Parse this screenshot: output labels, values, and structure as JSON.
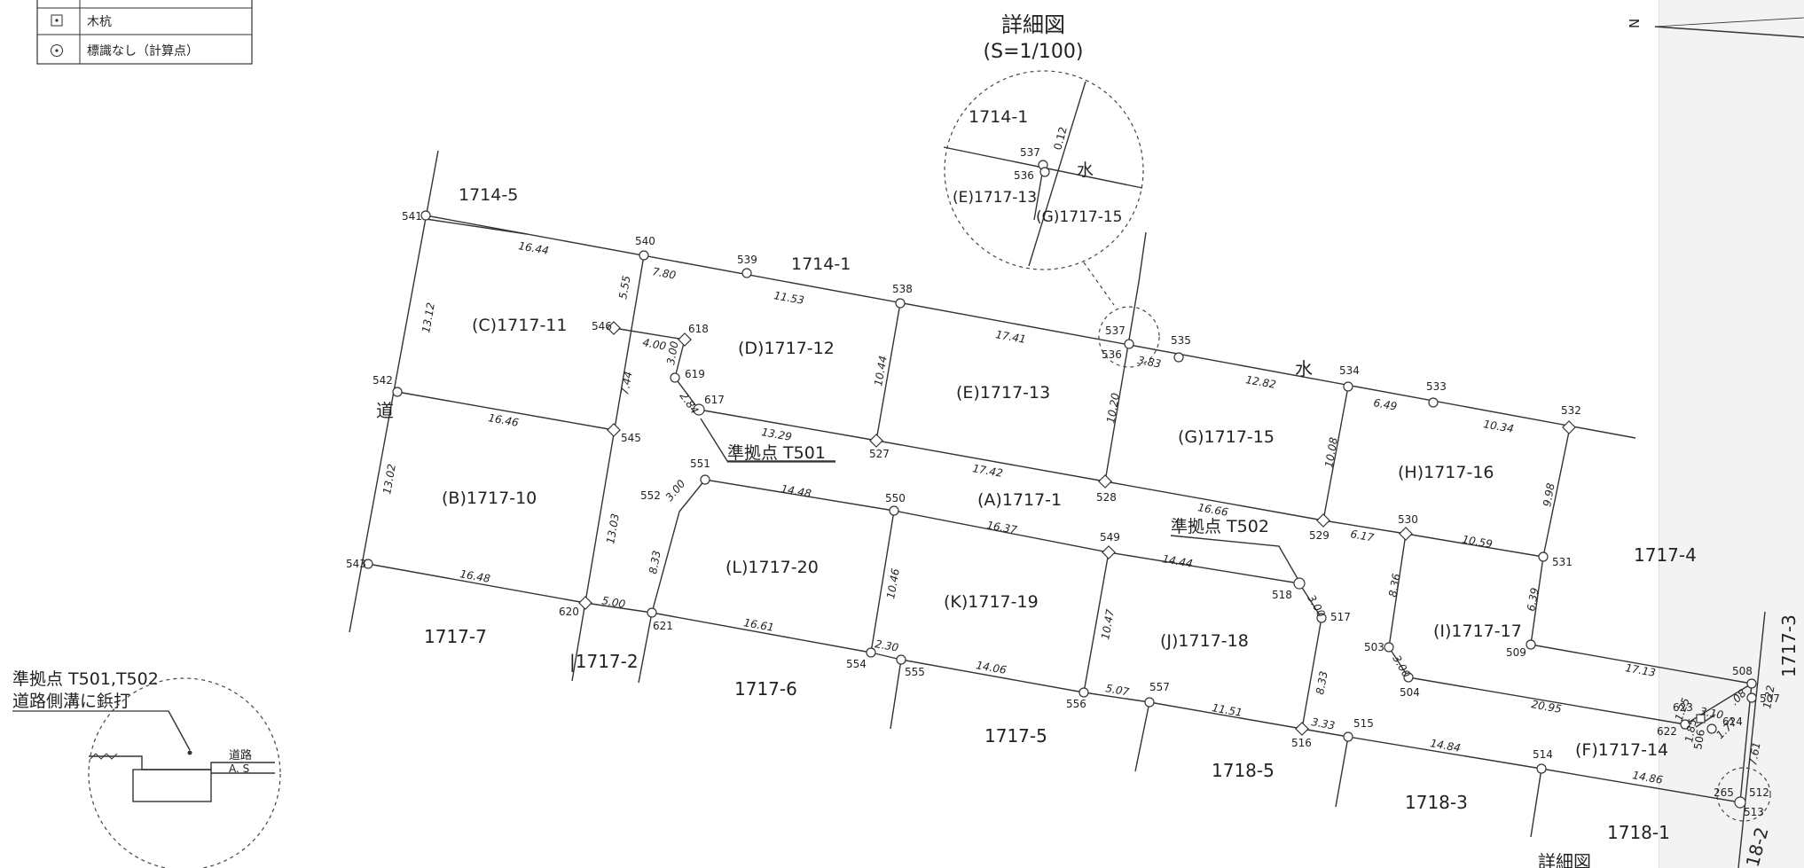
{
  "legend": {
    "rows": [
      {
        "symbol": "square-dot",
        "label": "木杭"
      },
      {
        "symbol": "circle-dot",
        "label": "標識なし（計算点）"
      }
    ]
  },
  "detail": {
    "title": "詳細図",
    "scale": "(S=1/100)",
    "labels": {
      "top_parcel": "1714-1",
      "p537": "537",
      "p536": "536",
      "dist": "0.12",
      "water": "水",
      "left_parcel": "(E)1717-13",
      "right_parcel": "(G)1717-15"
    }
  },
  "detail_bottom_title": "詳細図",
  "north_symbol": "N",
  "inset": {
    "caption_line1": "準拠点 T501,T502",
    "caption_line2": "道路側溝に鋲打",
    "road_label": "道路",
    "as_label": "A. S"
  },
  "parcels": {
    "p1714_5": "1714-5",
    "p1714_1": "1714-1",
    "C": "(C)1717-11",
    "D": "(D)1717-12",
    "E": "(E)1717-13",
    "G": "(G)1717-15",
    "H": "(H)1717-16",
    "A": "(A)1717-1",
    "B": "(B)1717-10",
    "L": "(L)1717-20",
    "K": "(K)1717-19",
    "J": "(J)1717-18",
    "I": "(I)1717-17",
    "F": "(F)1717-14",
    "p1717_4": "1717-4",
    "p1717_3": "1717-3",
    "p1717_7": "1717-7",
    "p1717_2": "|1717-2",
    "p1717_6": "1717-6",
    "p1717_5": "1717-5",
    "p1718_5": "1718-5",
    "p1718_3": "1718-3",
    "p1718_1": "1718-1",
    "p1718_2": "18-2",
    "road": "道",
    "water": "水"
  },
  "benchmarks": {
    "t501": "準拠点 T501",
    "t502": "準拠点 T502"
  },
  "points": {
    "p541": "541",
    "p540": "540",
    "p539": "539",
    "p538": "538",
    "p537": "537",
    "p536": "536",
    "p535": "535",
    "p534": "534",
    "p533": "533",
    "p532": "532",
    "p546": "546",
    "p618": "618",
    "p619": "619",
    "p617": "617",
    "p542": "542",
    "p545": "545",
    "p527": "527",
    "p528": "528",
    "p529": "529",
    "p530": "530",
    "p531": "531",
    "p551": "551",
    "p552": "552",
    "p550": "550",
    "p549": "549",
    "p518": "518",
    "p517": "517",
    "p503": "503",
    "p504": "504",
    "p509": "509",
    "p543": "543",
    "p620": "620",
    "p621": "621",
    "p554": "554",
    "p555": "555",
    "p556": "556",
    "p557": "557",
    "p516": "516",
    "p515": "515",
    "p514": "514",
    "p508": "508",
    "p507": "507",
    "p623": "623",
    "p622": "622",
    "p506": "506",
    "p624": "624",
    "p265": "265",
    "p512": "512",
    "p513": "513"
  },
  "distances": {
    "d1644": "16.44",
    "d780": "7.80",
    "d1153": "11.53",
    "d1741": "17.41",
    "d383": "3.83",
    "d1282": "12.82",
    "d649": "6.49",
    "d1034": "10.34",
    "d1312": "13.12",
    "d555": "5.55",
    "d400": "4.00",
    "d300a": "3.00",
    "d284": "2.84",
    "d1044": "10.44",
    "d1646": "16.46",
    "d744": "7.44",
    "d1329": "13.29",
    "d1742": "17.42",
    "d1020": "10.20",
    "d1666": "16.66",
    "d1008": "10.08",
    "d617": "6.17",
    "d1059": "10.59",
    "d998": "9.98",
    "d300b": "3.00",
    "d1448": "14.48",
    "d1637": "16.37",
    "d1444": "14.44",
    "d300c": "3.00",
    "d1302": "13.02",
    "d1303": "13.03",
    "d833a": "8.33",
    "d1046": "10.46",
    "d1047": "10.47",
    "d836": "8.36",
    "d639": "6.39",
    "d1648": "16.48",
    "d500": "5.00",
    "d1661": "16.61",
    "d230": "2.30",
    "d1406": "14.06",
    "d507": "5.07",
    "d1151": "11.51",
    "d833b": "8.33",
    "d300d": "3.00",
    "d333": "3.33",
    "d1484": "14.84",
    "d1486": "14.86",
    "d1713": "17.13",
    "d2095": "20.95",
    "d122": "1.22",
    "d310": "3.10",
    "d125": "1.25",
    "d185": "1.85",
    "d177": "1.77",
    "d761": "7.61",
    "d08": ".08"
  }
}
